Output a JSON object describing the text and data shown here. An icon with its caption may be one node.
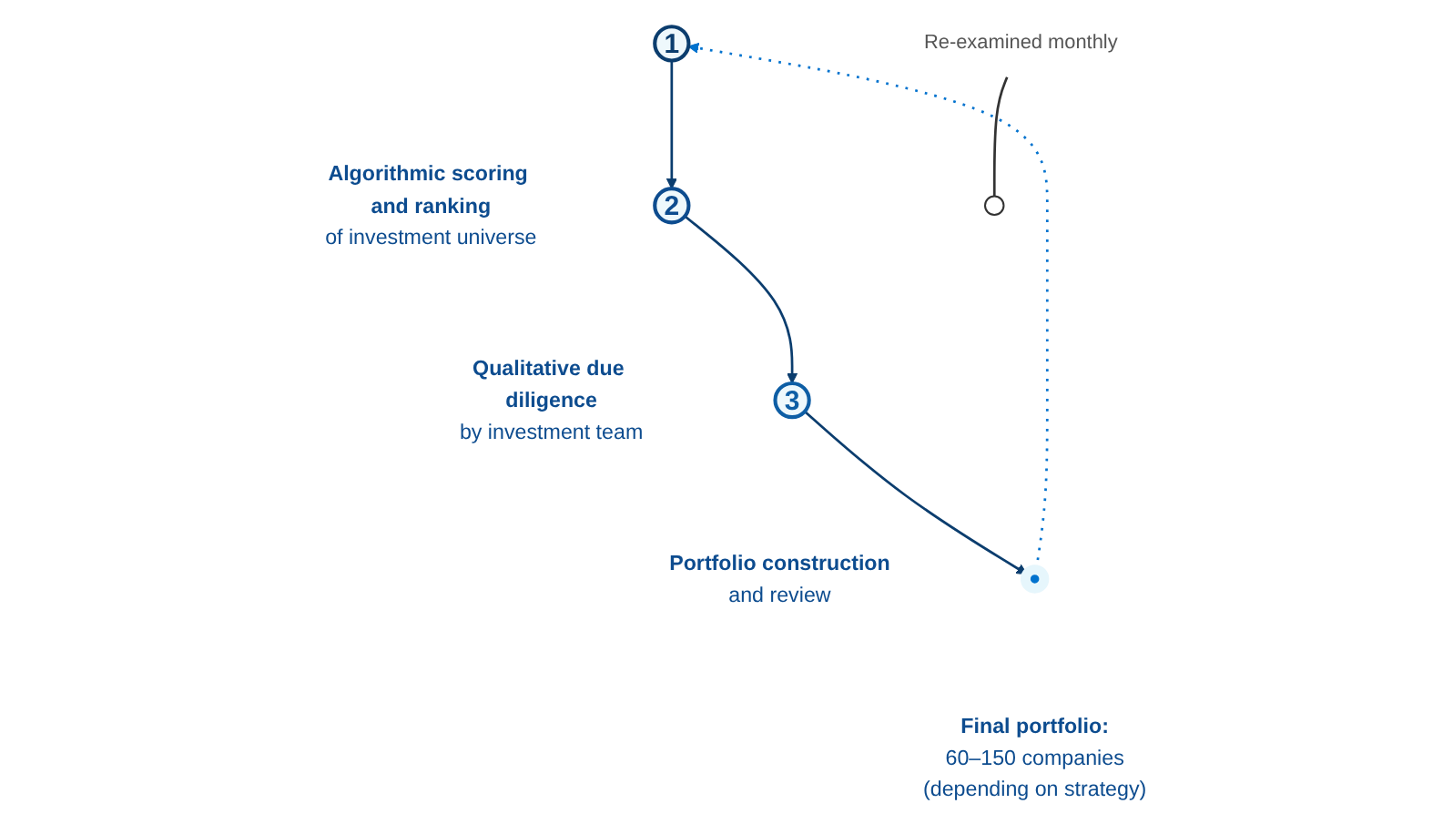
{
  "diagram": {
    "nodes": [
      {
        "text": [
          "1"
        ],
        "beside": [
          "Algorithmic scoring and ranking",
          "of investment universe"
        ]
      },
      {
        "text": [
          "2"
        ],
        "beside": [
          "Qualitative due diligence",
          "by investment team"
        ]
      },
      {
        "text": [
          "3"
        ],
        "beside": [
          "Portfolio construction",
          "and review"
        ]
      },
      {
        "text": [],
        "shape": "circle",
        "beside": [
          "Final portfolio:",
          "60–150 companies",
          "(depending on strategy)"
        ]
      },
      {
        "text": [
          "Re-examined monthly"
        ]
      },
      {
        "text": [],
        "shape": "circle"
      }
    ],
    "edges": [
      {
        "from": 0,
        "to": 1,
        "arrow": "to"
      },
      {
        "from": 1,
        "to": 2,
        "arrow": "to"
      },
      {
        "from": 2,
        "to": 3,
        "arrow": "to"
      },
      {
        "from": 3,
        "to": 0,
        "arrow": "to",
        "style": "dashed",
        "color": "#0072ce"
      },
      {
        "from": 4,
        "to": 5,
        "arrow": "none",
        "color": "#333333"
      }
    ]
  }
}
